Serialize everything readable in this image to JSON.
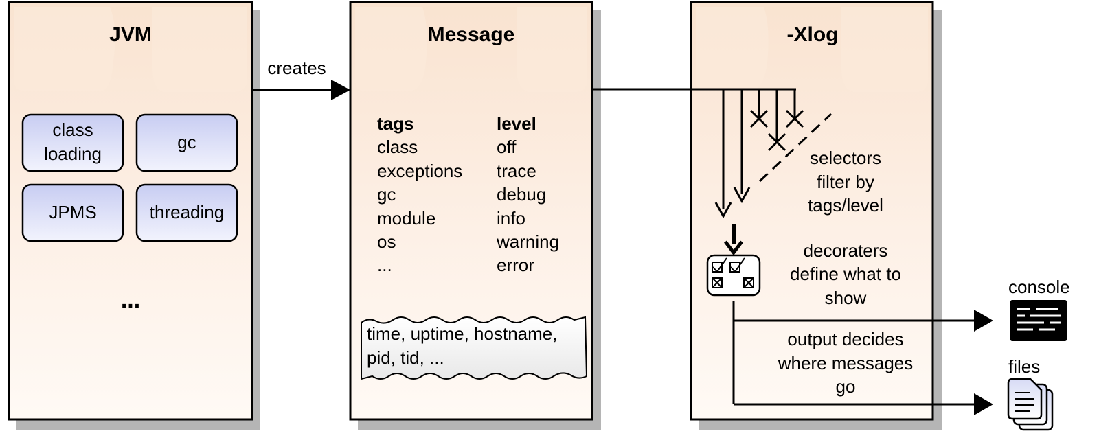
{
  "panels": {
    "jvm": {
      "title": "JVM",
      "modules": [
        "class",
        "loading",
        "gc",
        "JPMS",
        "threading"
      ],
      "ellipsis": "..."
    },
    "message": {
      "title": "Message",
      "tags_header": "tags",
      "tags": [
        "class",
        "exceptions",
        "gc",
        "module",
        "os",
        "..."
      ],
      "level_header": "level",
      "levels": [
        "off",
        "trace",
        "debug",
        "info",
        "warning",
        "error"
      ],
      "decorations_line1": "time, uptime, hostname,",
      "decorations_line2": "pid, tid, ..."
    },
    "xlog": {
      "title": "-Xlog",
      "selectors": [
        "selectors",
        "filter by",
        "tags/level"
      ],
      "decorators": [
        "decoraters",
        "define what to",
        "show"
      ],
      "output": [
        "output decides",
        "where messages",
        "go"
      ]
    }
  },
  "arrows": {
    "creates": "creates"
  },
  "outputs": {
    "console": "console",
    "files": "files"
  }
}
